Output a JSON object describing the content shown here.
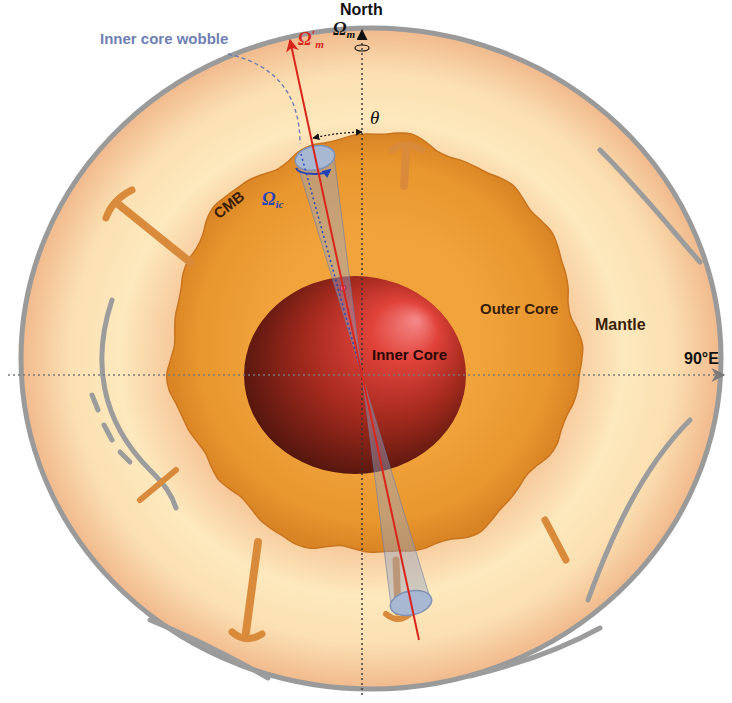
{
  "diagram": {
    "nodes": [
      {
        "text": [
          "Mantle"
        ]
      },
      {
        "text": [
          "Outer Core"
        ],
        "in": 0
      },
      {
        "text": [
          "Inner Core"
        ],
        "in": 1
      }
    ],
    "labels": [
      "North",
      "Ωm",
      "Ω′m",
      "Inner core wobble",
      "Ωic",
      "θ",
      "CMB",
      "90°E"
    ]
  }
}
